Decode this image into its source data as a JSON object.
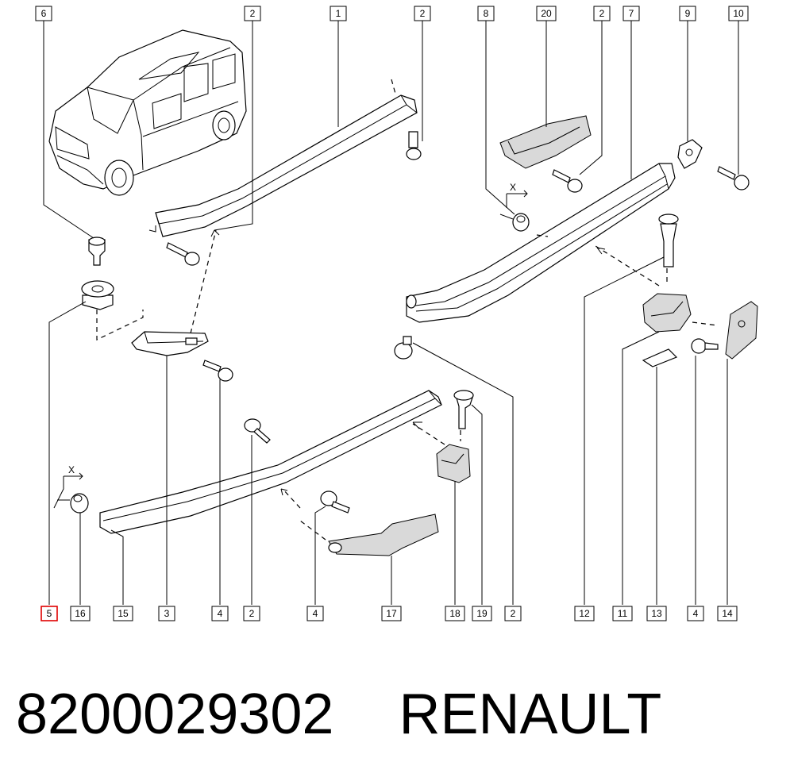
{
  "callouts_top": [
    "6",
    "2",
    "1",
    "2",
    "8",
    "20",
    "2",
    "7",
    "9",
    "10"
  ],
  "callouts_bottom": [
    "5",
    "16",
    "15",
    "3",
    "4",
    "2",
    "4",
    "17",
    "18",
    "19",
    "2",
    "12",
    "11",
    "13",
    "4",
    "14"
  ],
  "highlighted_callout": "5",
  "axis_mark": "X",
  "footer": {
    "part_number": "8200029302",
    "brand": "RENAULT"
  },
  "colors": {
    "line": "#000000",
    "highlight": "#e00000",
    "shade": "#d9d9d9"
  }
}
